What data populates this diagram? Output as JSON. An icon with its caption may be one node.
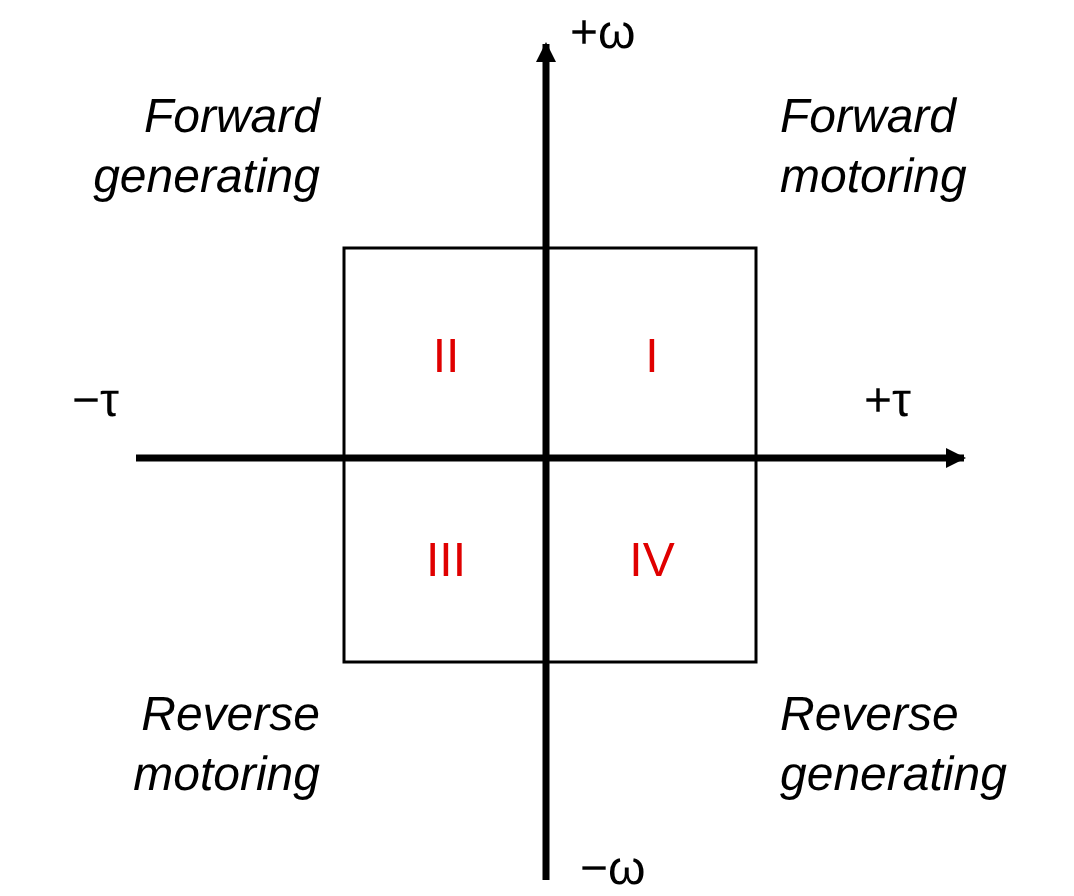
{
  "diagram": {
    "labels": [
      "+ω",
      "Forward generating",
      "Forward motoring",
      "II",
      "I",
      "−τ",
      "+τ",
      "III",
      "IV",
      "Reverse motoring",
      "Reverse generating",
      "−ω"
    ]
  }
}
